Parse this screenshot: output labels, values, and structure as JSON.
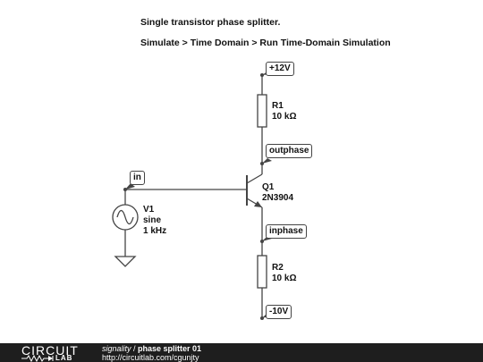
{
  "notes": {
    "title": "Single transistor phase splitter.",
    "simulate": "Simulate > Time Domain > Run Time-Domain Simulation"
  },
  "flags": {
    "vcc": "+12V",
    "outphase": "outphase",
    "in": "in",
    "inphase": "inphase",
    "vee": "-10V"
  },
  "components": {
    "r1": {
      "name": "R1",
      "value": "10 kΩ"
    },
    "r2": {
      "name": "R2",
      "value": "10 kΩ"
    },
    "q1": {
      "name": "Q1",
      "value": "2N3904"
    },
    "v1": {
      "name": "V1",
      "kind": "sine",
      "value": "1 kHz"
    }
  },
  "footer": {
    "logo_top": "CIRCUIT",
    "logo_bottom": "LAB",
    "user": "signality",
    "separator": " / ",
    "title": "phase splitter 01",
    "url": "http://circuitlab.com/cgunjty"
  },
  "colors": {
    "wire": "#444444",
    "footer_bg": "#1e1e1e"
  }
}
